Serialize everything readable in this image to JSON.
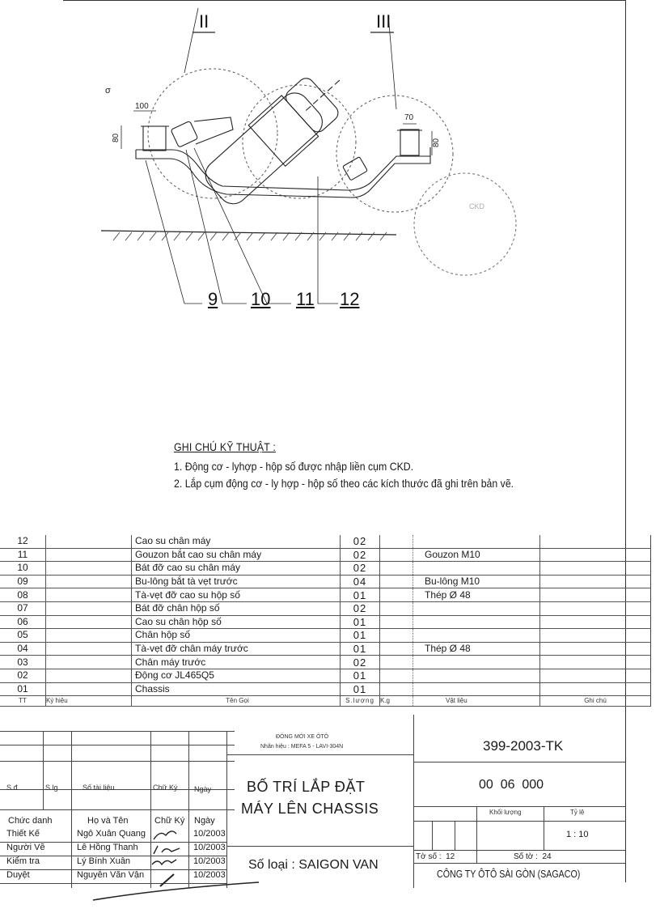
{
  "drawing": {
    "detail_labels": [
      "II",
      "III"
    ],
    "part_callouts": [
      "9",
      "10",
      "11",
      "12"
    ],
    "dimensions": {
      "left_width": "100",
      "left_height": "80",
      "right_width": "70",
      "right_height": "80"
    },
    "stray_mark": "σ"
  },
  "notes": {
    "title": "GHI CHÚ KỸ THUẬT :",
    "items": [
      "1. Động cơ - lyhợp - hộp số được nhập liền cụm CKD.",
      "2. Lắp cụm động cơ - ly hợp - hộp số theo các kích thước đã ghi trên bản vẽ."
    ]
  },
  "parts_list": {
    "rows": [
      {
        "idx": "12",
        "symbol": "",
        "name": "Cao su chân máy",
        "qty": "02",
        "mass": "",
        "material": "",
        "note": ""
      },
      {
        "idx": "11",
        "symbol": "",
        "name": "Gouzon bắt cao su chân máy",
        "qty": "02",
        "mass": "",
        "material": "Gouzon M10",
        "note": ""
      },
      {
        "idx": "10",
        "symbol": "",
        "name": "Bát đỡ cao su chân máy",
        "qty": "02",
        "mass": "",
        "material": "",
        "note": ""
      },
      {
        "idx": "09",
        "symbol": "",
        "name": "Bu-lông bắt tà vẹt trước",
        "qty": "04",
        "mass": "",
        "material": "Bu-lông M10",
        "note": ""
      },
      {
        "idx": "08",
        "symbol": "",
        "name": "Tà-vẹt đỡ cao su hộp số",
        "qty": "01",
        "mass": "",
        "material": "Thép Ø 48",
        "note": ""
      },
      {
        "idx": "07",
        "symbol": "",
        "name": "Bát đỡ chân hộp số",
        "qty": "02",
        "mass": "",
        "material": "",
        "note": ""
      },
      {
        "idx": "06",
        "symbol": "",
        "name": "Cao su chân hộp số",
        "qty": "01",
        "mass": "",
        "material": "",
        "note": ""
      },
      {
        "idx": "05",
        "symbol": "",
        "name": "Chân hộp số",
        "qty": "01",
        "mass": "",
        "material": "",
        "note": ""
      },
      {
        "idx": "04",
        "symbol": "",
        "name": "Tà-vẹt đỡ chân máy trước",
        "qty": "01",
        "mass": "",
        "material": "Thép Ø 48",
        "note": ""
      },
      {
        "idx": "03",
        "symbol": "",
        "name": "Chân máy trước",
        "qty": "02",
        "mass": "",
        "material": "",
        "note": ""
      },
      {
        "idx": "02",
        "symbol": "",
        "name": "Động cơ JL465Q5",
        "qty": "01",
        "mass": "",
        "material": "",
        "note": ""
      },
      {
        "idx": "01",
        "symbol": "",
        "name": "Chassis",
        "qty": "01",
        "mass": "",
        "material": "",
        "note": ""
      }
    ],
    "headers": {
      "idx": "TT",
      "symbol": "Ký hiệu",
      "name": "Tên Gọi",
      "qty": "S.lượng",
      "mass": "K.g",
      "material": "Vật liệu",
      "note": "Ghi chú"
    }
  },
  "title_block": {
    "vehicle_header": "ĐÓNG MỚI XE ÔTÔ",
    "vehicle_brand": "Nhãn hiệu : MEFA 5 - LAVI-304N",
    "drawing_title_line1": "BỐ TRÍ LẮP ĐẶT",
    "drawing_title_line2": "MÁY LÊN CHASSIS",
    "model": "Số loại : SAIGON VAN",
    "doc_number": "399-2003-TK",
    "drawing_code": "00  06  000",
    "mass_label": "Khối lượng",
    "scale_label": "Tỷ lệ",
    "scale_value": "1 : 10",
    "sheet_no": "Tờ số :  12",
    "sheet_total": "Số tờ :  24",
    "company": "CÔNG TY ÔTÔ SÀI GÒN (SAGACO)",
    "revision_headers": {
      "sd": "S.đ",
      "slg": "S.lg",
      "doc": "Số tài liệu",
      "sign": "Chữ Ký",
      "date": "Ngày"
    },
    "signature_headers": {
      "role": "Chức danh",
      "name": "Họ và Tên",
      "sign": "Chữ Ký",
      "date": "Ngày"
    },
    "signatures": [
      {
        "role": "Thiết Kế",
        "name": "Ngô Xuân Quang",
        "date": "10/2003"
      },
      {
        "role": "Người Vẽ",
        "name": "Lê Hồng Thanh",
        "date": "10/2003"
      },
      {
        "role": "Kiểm tra",
        "name": "Lý Bính Xuân",
        "date": "10/2003"
      },
      {
        "role": "Duyệt",
        "name": "Nguyễn Văn Vận",
        "date": "10/2003"
      }
    ]
  }
}
